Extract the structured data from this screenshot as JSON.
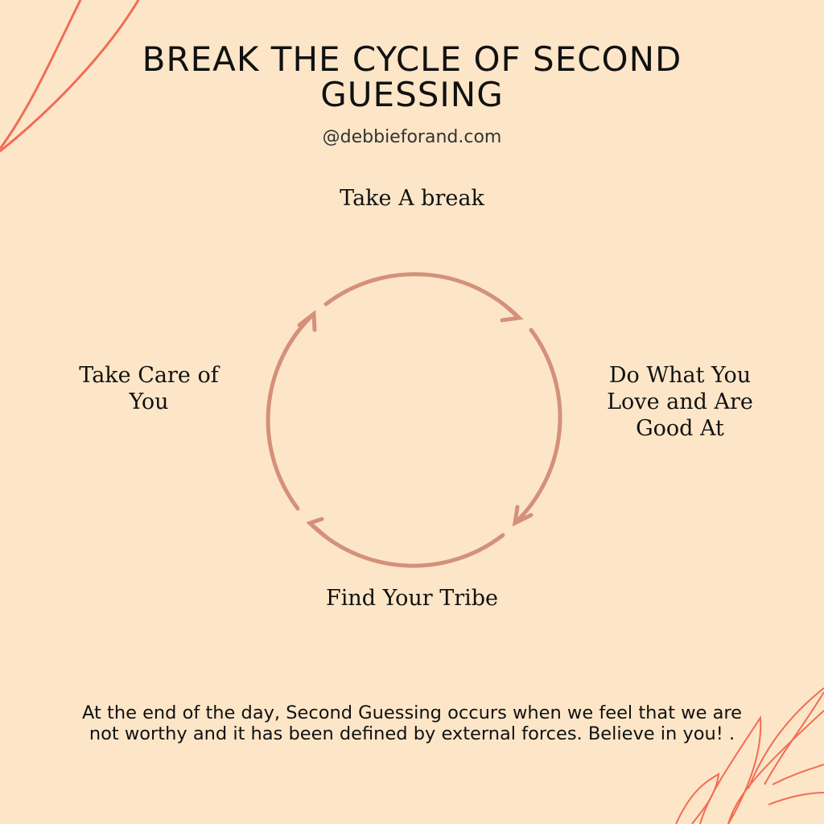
{
  "title": "BREAK THE CYCLE OF SECOND GUESSING",
  "handle": "@debbieforand.com",
  "cycle": {
    "steps": [
      "Take A break",
      "Do What You Love and Are Good At",
      "Find Your Tribe",
      "Take Care of You"
    ]
  },
  "footer": "At the end of the day, Second Guessing occurs when we feel that we are not worthy and it has been defined by external forces. Believe in you! .",
  "colors": {
    "background": "#fde6c8",
    "accent": "#f26c55",
    "cycle": "#d4917a"
  }
}
